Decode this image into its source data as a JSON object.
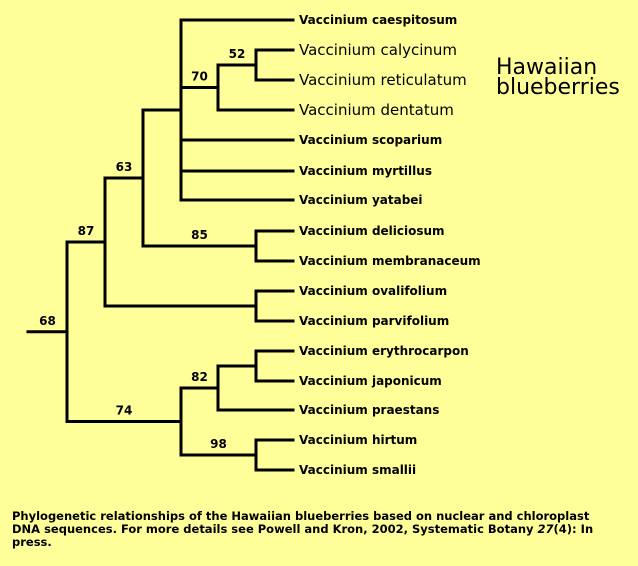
{
  "colors": {
    "background": "#ffff99",
    "ink": "#000000"
  },
  "group_label": {
    "line1": "Hawaiian",
    "line2": "blueberries"
  },
  "caption": {
    "text_before_volume": "Phylogenetic relationships of the Hawaiian blueberries based on nuclear and chloroplast DNA sequences. For more details see Powell and Kron, 2002, Systematic Botany ",
    "volume": "27",
    "text_after_volume": "(4): In press."
  },
  "tree": {
    "support_values": [
      "68",
      "87",
      "63",
      "70",
      "52",
      "85",
      "74",
      "82",
      "98"
    ],
    "taxa": [
      {
        "name": "Vaccinium caespitosum",
        "hawaiian": false
      },
      {
        "name": "Vaccinium calycinum",
        "hawaiian": true
      },
      {
        "name": "Vaccinium reticulatum",
        "hawaiian": true
      },
      {
        "name": "Vaccinium dentatum",
        "hawaiian": true
      },
      {
        "name": "Vaccinium scoparium",
        "hawaiian": false
      },
      {
        "name": "Vaccinium myrtillus",
        "hawaiian": false
      },
      {
        "name": "Vaccinium yatabei",
        "hawaiian": false
      },
      {
        "name": "Vaccinium deliciosum",
        "hawaiian": false
      },
      {
        "name": "Vaccinium membranaceum",
        "hawaiian": false
      },
      {
        "name": "Vaccinium ovalifolium",
        "hawaiian": false
      },
      {
        "name": "Vaccinium parvifolium",
        "hawaiian": false
      },
      {
        "name": "Vaccinium erythrocarpon",
        "hawaiian": false
      },
      {
        "name": "Vaccinium japonicum",
        "hawaiian": false
      },
      {
        "name": "Vaccinium praestans",
        "hawaiian": false
      },
      {
        "name": "Vaccinium hirtum",
        "hawaiian": false
      },
      {
        "name": "Vaccinium smallii",
        "hawaiian": false
      }
    ]
  }
}
